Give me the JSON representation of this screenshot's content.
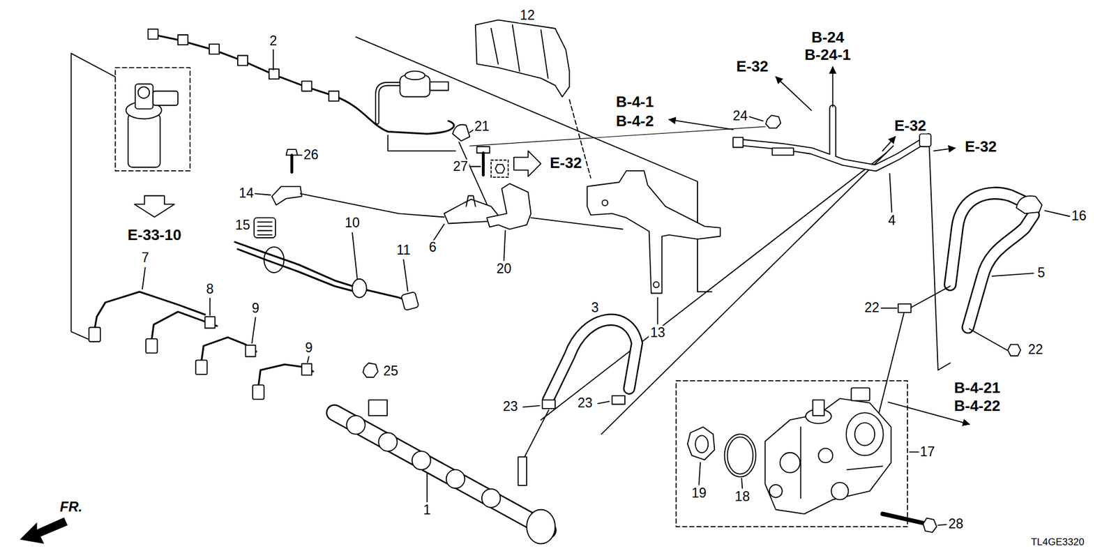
{
  "diagram": {
    "labels": [
      "2",
      "12",
      "B-24",
      "B-24-1",
      "E-32",
      "B-4-1",
      "B-4-2",
      "24",
      "21",
      "E-32",
      "E-32",
      "26",
      "27",
      "E-32",
      "14",
      "4",
      "16",
      "15",
      "10",
      "E-33-10",
      "6",
      "11",
      "20",
      "7",
      "5",
      "8",
      "22",
      "3",
      "9",
      "13",
      "9",
      "22",
      "25",
      "B-4-21",
      "23",
      "B-4-22",
      "23",
      "17",
      "19",
      "18",
      "1",
      "28",
      "FR.",
      "TL4GE3320"
    ]
  }
}
